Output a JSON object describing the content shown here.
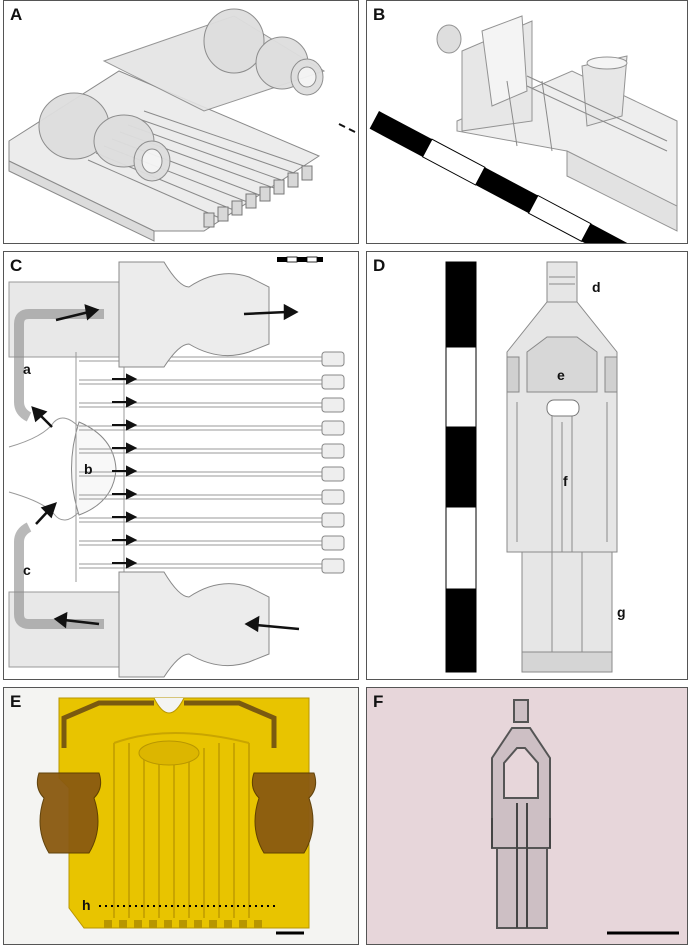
{
  "panels": {
    "A": {
      "letter": "A"
    },
    "B": {
      "letter": "B"
    },
    "C": {
      "letter": "C",
      "labels": {
        "a": "a",
        "b": "b",
        "c": "c"
      }
    },
    "D": {
      "letter": "D",
      "labels": {
        "d": "d",
        "e": "e",
        "f": "f",
        "g": "g"
      }
    },
    "E": {
      "letter": "E",
      "labels": {
        "h": "h"
      }
    },
    "F": {
      "letter": "F"
    }
  },
  "colors": {
    "panel_border": "#555555",
    "cad_fill": "#e8e8e8",
    "cad_stroke": "#8a8a8a",
    "print_yellow": "#e8c400",
    "print_amber": "#8a5a10",
    "photo_pink": "#e7d6da"
  }
}
